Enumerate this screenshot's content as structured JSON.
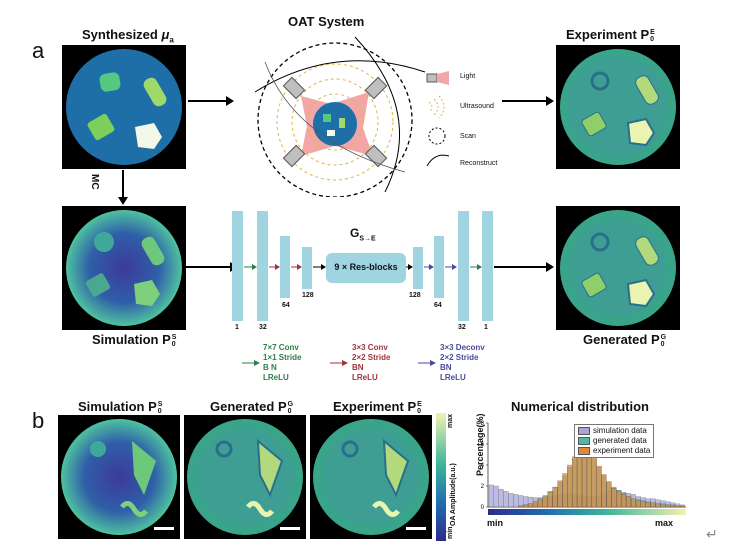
{
  "panels": {
    "a": "a",
    "b": "b"
  },
  "top_row": {
    "synth_title": "Synthesized",
    "synth_sym": "μ",
    "synth_sub": "a",
    "oat_title": "OAT System",
    "exp_title": "Experiment",
    "exp_sym": "P",
    "exp_sup": "E",
    "exp_sub": "0"
  },
  "oat_legend": {
    "light": "Light",
    "ultrasound": "Ultrasound",
    "scan": "Scan",
    "reconstruct": "Reconstruct"
  },
  "mc_label": "MC",
  "middle_row": {
    "sim_title": "Simulation",
    "sim_sym": "P",
    "sim_sup": "S",
    "sim_sub": "0",
    "gen_title": "Generated",
    "gen_sym": "P",
    "gen_sup": "G",
    "gen_sub": "0",
    "gse_main": "G",
    "gse_sub": "S→E",
    "resblocks": "9 × Res-blocks",
    "channel_labels": [
      "1",
      "32",
      "64",
      "128",
      "128",
      "64",
      "32",
      "1"
    ]
  },
  "conv_legend": {
    "conv7": [
      "7×7 Conv",
      "1×1 Stride",
      "B N",
      "LReLU"
    ],
    "conv3": [
      "3×3 Conv",
      "2×2 Stride",
      "BN",
      "LReLU"
    ],
    "deconv": [
      "3×3 Deconv",
      "2×2 Stride",
      "BN",
      "LReLU"
    ],
    "colors": {
      "conv7": "#2e7d4a",
      "conv3": "#a0343a",
      "deconv": "#4a4a9c"
    }
  },
  "bottom_row": {
    "sim_title": "Simulation",
    "sim_sym": "P",
    "sim_sup": "S",
    "sim_sub": "0",
    "gen_title": "Generated",
    "gen_sym": "P",
    "gen_sup": "G",
    "gen_sub": "0",
    "exp_title": "Experiment",
    "exp_sym": "P",
    "exp_sup": "E",
    "exp_sub": "0",
    "colorbar_max": "max",
    "colorbar_min": "min",
    "colorbar_label": "OA Amplitude(a.u.)"
  },
  "chart_data": {
    "type": "bar",
    "title": "Numerical distribution",
    "ylabel": "Percentage(%)",
    "xlabel_min": "min",
    "xlabel_max": "max",
    "yticks": [
      "0",
      "2",
      "4",
      "6",
      "8"
    ],
    "ylim": [
      0,
      8
    ],
    "legend": [
      "simulation data",
      "generated data",
      "experiment data"
    ],
    "legend_colors": [
      "#a8a4d8",
      "#4fb8a0",
      "#e2873a"
    ],
    "series": [
      {
        "name": "simulation data",
        "values": [
          2.1,
          2.0,
          1.7,
          1.5,
          1.3,
          1.2,
          1.1,
          1.0,
          0.95,
          0.9,
          0.9,
          0.9,
          1.0,
          1.1,
          1.2,
          1.3,
          1.3,
          1.2,
          1.1,
          1.0,
          1.0,
          1.0,
          1.1,
          1.3,
          1.5,
          1.8,
          1.6,
          1.4,
          1.3,
          1.2,
          1.0,
          0.9,
          0.8,
          0.8,
          0.7,
          0.6,
          0.5,
          0.4,
          0.3,
          0.2
        ]
      },
      {
        "name": "generated data",
        "values": [
          0,
          0,
          0,
          0,
          0,
          0,
          0.1,
          0.2,
          0.3,
          0.5,
          0.8,
          1.1,
          1.5,
          1.9,
          2.4,
          3.0,
          3.8,
          4.6,
          5.4,
          5.8,
          5.3,
          4.6,
          3.8,
          3.0,
          2.4,
          1.9,
          1.6,
          1.3,
          1.0,
          0.8,
          0.7,
          0.6,
          0.5,
          0.4,
          0.3,
          0.3,
          0.2,
          0.2,
          0.1,
          0.1
        ]
      },
      {
        "name": "experiment data",
        "values": [
          0,
          0,
          0,
          0,
          0,
          0,
          0.1,
          0.2,
          0.3,
          0.5,
          0.7,
          1.0,
          1.4,
          1.9,
          2.5,
          3.2,
          4.0,
          4.8,
          5.6,
          6.0,
          5.5,
          4.7,
          3.9,
          3.1,
          2.4,
          1.8,
          1.5,
          1.2,
          1.0,
          0.8,
          0.6,
          0.5,
          0.4,
          0.4,
          0.3,
          0.2,
          0.2,
          0.1,
          0.1,
          0.1
        ]
      }
    ]
  }
}
